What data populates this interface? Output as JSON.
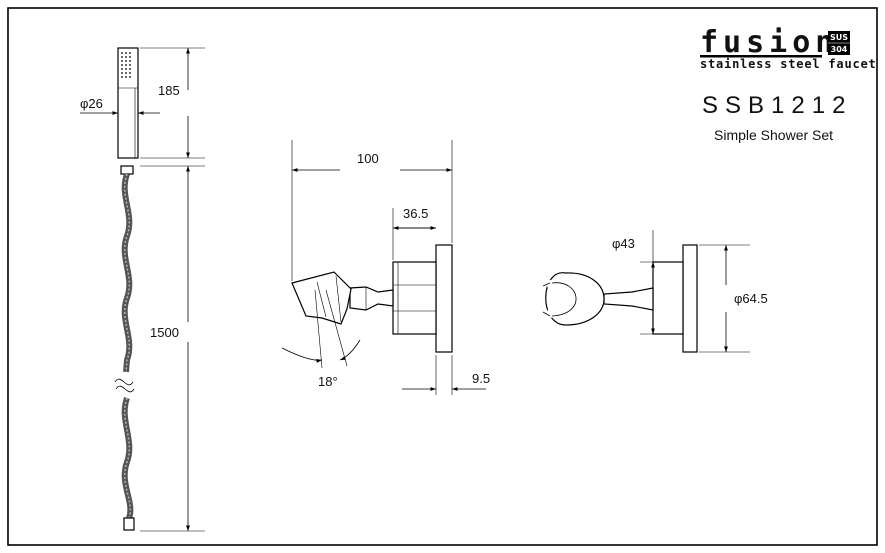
{
  "brand": {
    "name": "fusion",
    "badge_line1": "SUS",
    "badge_line2": "304",
    "tagline": "stainless steel faucet"
  },
  "product": {
    "model": "SSB1212",
    "name": "Simple Shower Set"
  },
  "dimensions": {
    "head_diameter": "φ26",
    "head_length": "185",
    "hose_length": "1500",
    "holder_length": "100",
    "mount_depth": "36.5",
    "plate_thickness": "9.5",
    "tilt_angle": "18°",
    "clip_diameter": "φ43",
    "plate_diameter": "φ64.5"
  }
}
